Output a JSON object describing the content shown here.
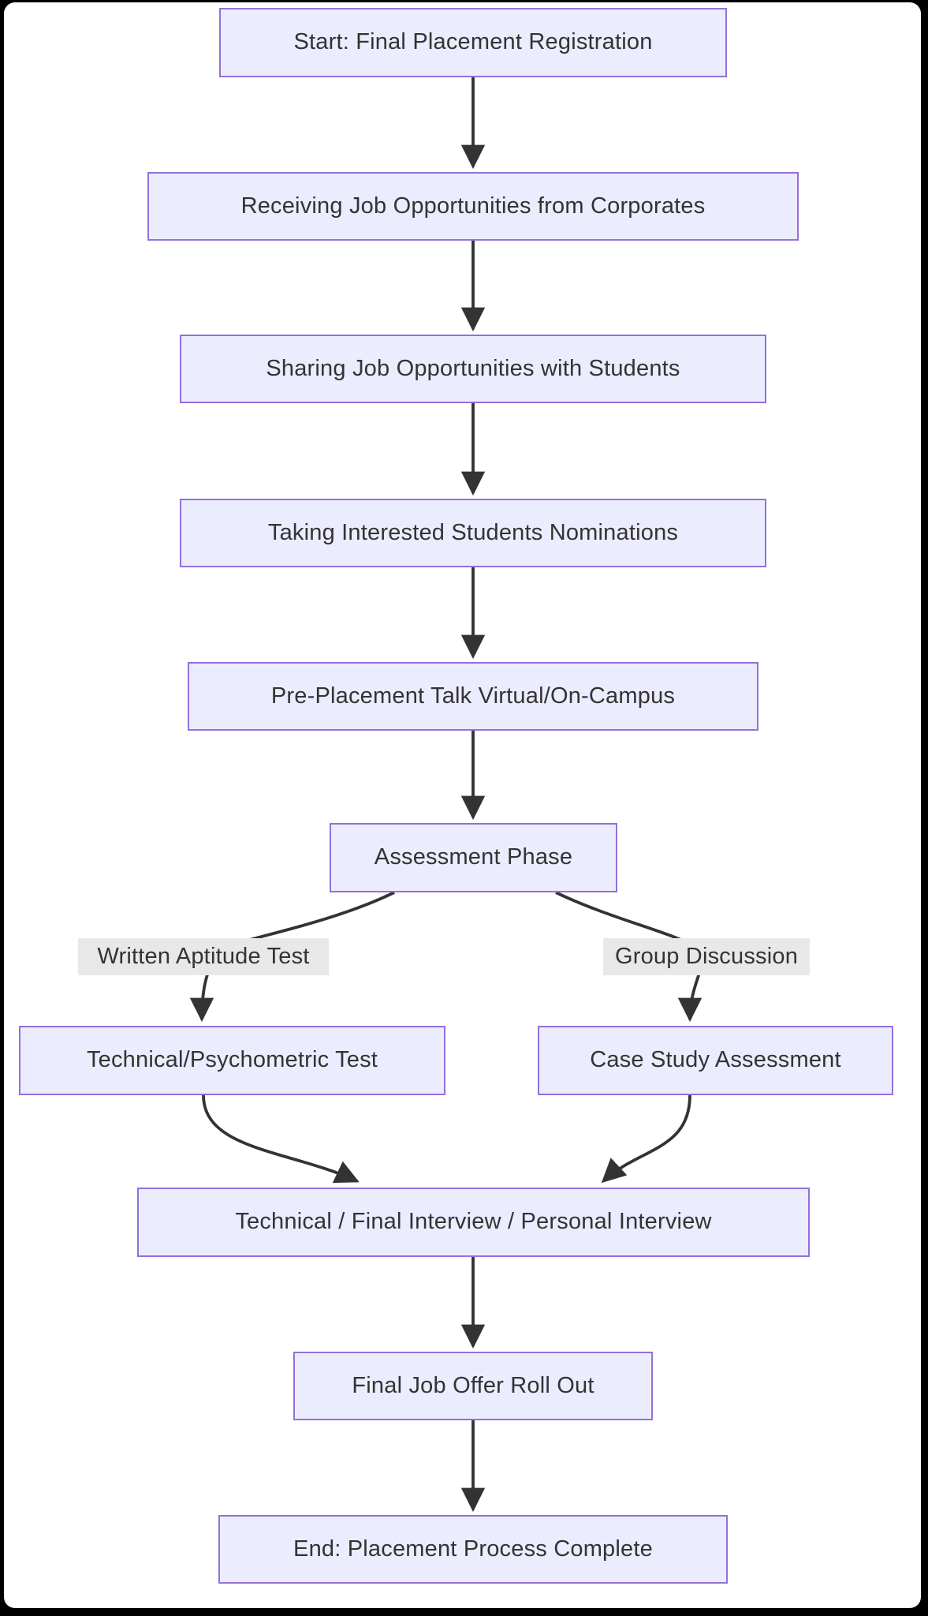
{
  "frame": {
    "background": "#000000",
    "canvas_background": "#ffffff"
  },
  "diagram": {
    "type": "flowchart",
    "direction": "top-down",
    "colors": {
      "node_fill": "#ECECFF",
      "node_border": "#9370DB",
      "node_text": "#333333",
      "edge_stroke": "#333333",
      "edge_label_background": "#e8e8e8",
      "edge_label_text": "#333333"
    },
    "nodes": [
      {
        "id": "A",
        "label": "Start: Final Placement Registration"
      },
      {
        "id": "B",
        "label": "Receiving Job Opportunities from Corporates"
      },
      {
        "id": "C",
        "label": "Sharing Job Opportunities with Students"
      },
      {
        "id": "D",
        "label": "Taking Interested Students Nominations"
      },
      {
        "id": "E",
        "label": "Pre-Placement Talk Virtual/On-Campus"
      },
      {
        "id": "F",
        "label": "Assessment Phase"
      },
      {
        "id": "G",
        "label": "Technical/Psychometric Test"
      },
      {
        "id": "H",
        "label": "Case Study Assessment"
      },
      {
        "id": "I",
        "label": "Technical / Final Interview / Personal Interview"
      },
      {
        "id": "J",
        "label": "Final Job Offer Roll Out"
      },
      {
        "id": "K",
        "label": "End: Placement Process Complete"
      }
    ],
    "edges": [
      {
        "from": "A",
        "to": "B"
      },
      {
        "from": "B",
        "to": "C"
      },
      {
        "from": "C",
        "to": "D"
      },
      {
        "from": "D",
        "to": "E"
      },
      {
        "from": "E",
        "to": "F"
      },
      {
        "from": "F",
        "to": "G",
        "label": "Written Aptitude Test"
      },
      {
        "from": "F",
        "to": "H",
        "label": "Group Discussion"
      },
      {
        "from": "G",
        "to": "I"
      },
      {
        "from": "H",
        "to": "I"
      },
      {
        "from": "I",
        "to": "J"
      },
      {
        "from": "J",
        "to": "K"
      }
    ]
  }
}
